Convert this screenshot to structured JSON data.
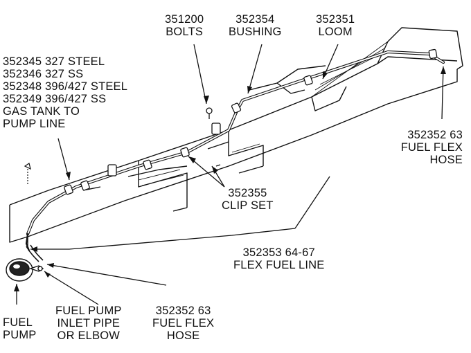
{
  "callouts": {
    "bolts": {
      "lines": [
        "351200",
        "BOLTS"
      ]
    },
    "bushing": {
      "lines": [
        "352354",
        "BUSHING"
      ]
    },
    "loom": {
      "lines": [
        "352351",
        "LOOM"
      ]
    },
    "tank_line": {
      "lines": [
        "352345 327 STEEL",
        "352346 327 SS",
        "352348 396/427 STEEL",
        "352349 396/427 SS",
        "GAS TANK TO",
        "PUMP LINE"
      ]
    },
    "rear_hose": {
      "lines": [
        "352352  63",
        "FUEL FLEX",
        "HOSE"
      ]
    },
    "clip_set": {
      "lines": [
        "352355",
        "CLIP SET"
      ]
    },
    "flex_line": {
      "lines": [
        "352353  64-67",
        "FLEX FUEL LINE"
      ]
    },
    "fuel_pump": {
      "lines": [
        "FUEL",
        "PUMP"
      ]
    },
    "inlet_pipe": {
      "lines": [
        "FUEL PUMP",
        "INLET PIPE",
        "OR ELBOW"
      ]
    },
    "front_hose": {
      "lines": [
        "352352  63",
        "FUEL FLEX",
        "HOSE"
      ]
    }
  },
  "colors": {
    "ink": "#111111",
    "paper": "#ffffff"
  }
}
